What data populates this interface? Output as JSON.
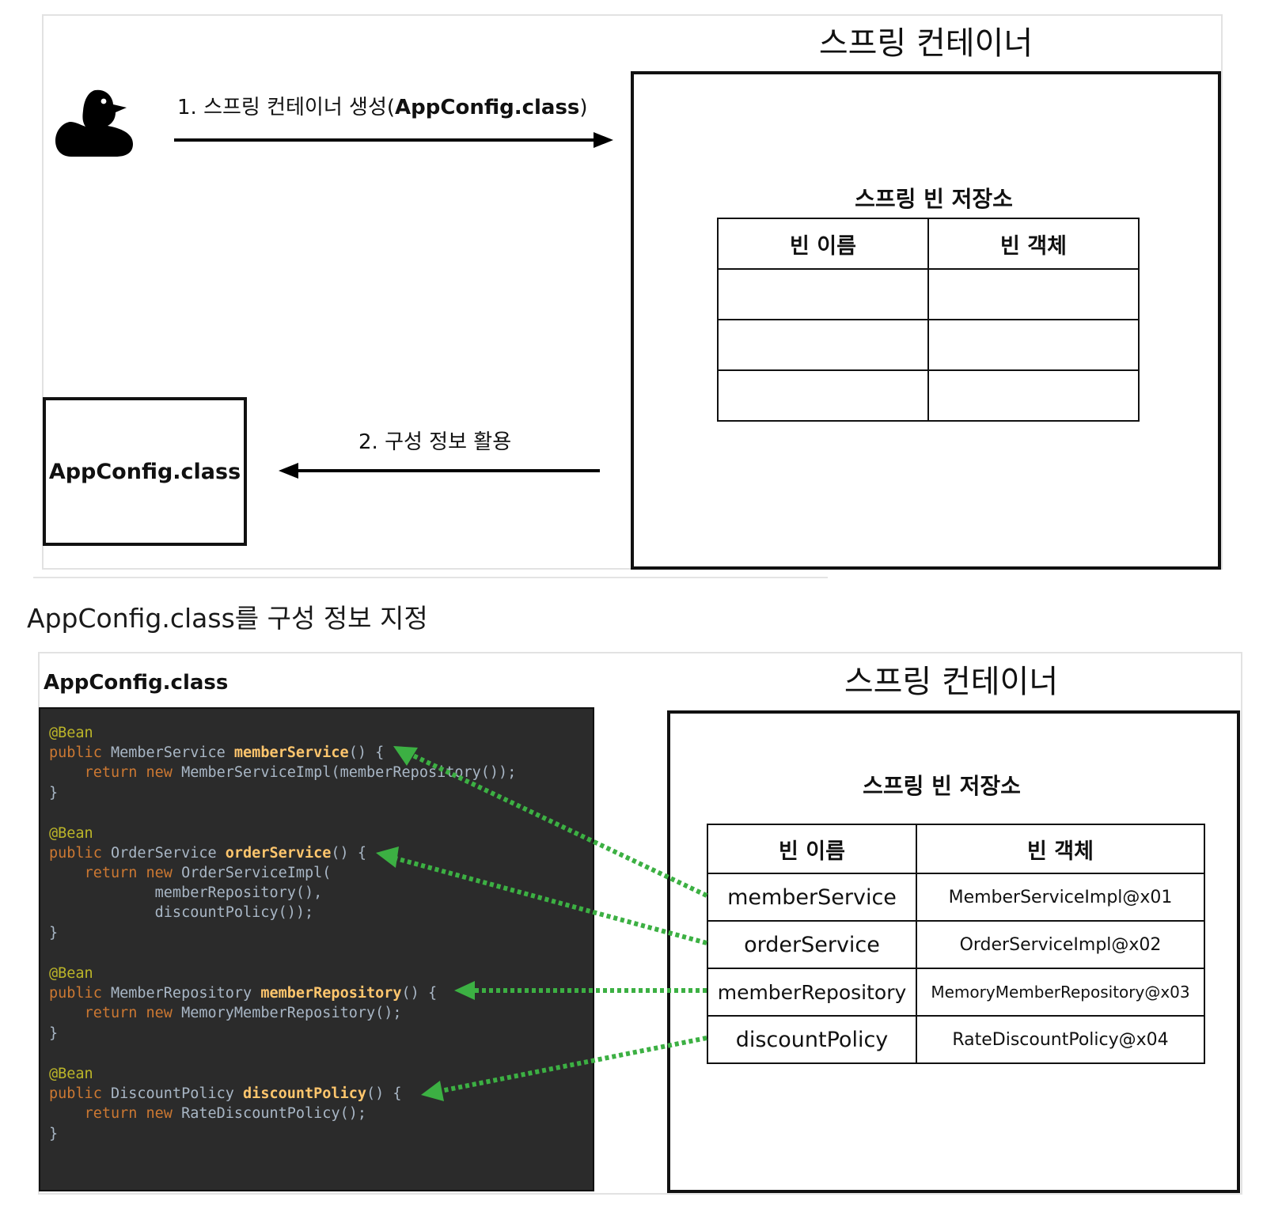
{
  "top": {
    "container_title": "스프링 컨테이너",
    "repo_title": "스프링 빈 저장소",
    "table_headers": [
      "빈 이름",
      "빈 객체"
    ],
    "table_rows": [
      [
        "",
        ""
      ],
      [
        "",
        ""
      ],
      [
        "",
        ""
      ]
    ],
    "arrow1_label_prefix": "1. 스프링 컨테이너 생성(",
    "arrow1_label_bold": "AppConfig.class",
    "arrow1_label_suffix": ")",
    "arrow2_label": "2. 구성 정보 활용",
    "appconfig_box_label": "AppConfig.class",
    "actor_icon": "duck-icon"
  },
  "caption": "AppConfig.class를 구성 정보 지정",
  "bottom": {
    "code_title": "AppConfig.class",
    "container_title": "스프링 컨테이너",
    "repo_title": "스프링 빈 저장소",
    "table_headers": [
      "빈 이름",
      "빈 객체"
    ],
    "table_rows": [
      [
        "memberService",
        "MemberServiceImpl@x01"
      ],
      [
        "orderService",
        "OrderServiceImpl@x02"
      ],
      [
        "memberRepository",
        "MemoryMemberRepository@x03"
      ],
      [
        "discountPolicy",
        "RateDiscountPolicy@x04"
      ]
    ],
    "code": {
      "annotation": "@Bean",
      "kw_public": "public",
      "kw_return": "return",
      "kw_new": "new",
      "close_brace": "}",
      "beans": [
        {
          "return_type": "MemberService",
          "method": "memberService",
          "signature_tail": "() {",
          "body": [
            "MemberServiceImpl(memberRepository());"
          ]
        },
        {
          "return_type": "OrderService",
          "method": "orderService",
          "signature_tail": "() {",
          "body": [
            "OrderServiceImpl(",
            "memberRepository(),",
            "discountPolicy());"
          ]
        },
        {
          "return_type": "MemberRepository",
          "method": "memberRepository",
          "signature_tail": "() {",
          "body": [
            "MemoryMemberRepository();"
          ]
        },
        {
          "return_type": "DiscountPolicy",
          "method": "discountPolicy",
          "signature_tail": "() {",
          "body": [
            "RateDiscountPolicy();"
          ]
        }
      ]
    },
    "link_color": "#3cb043"
  }
}
